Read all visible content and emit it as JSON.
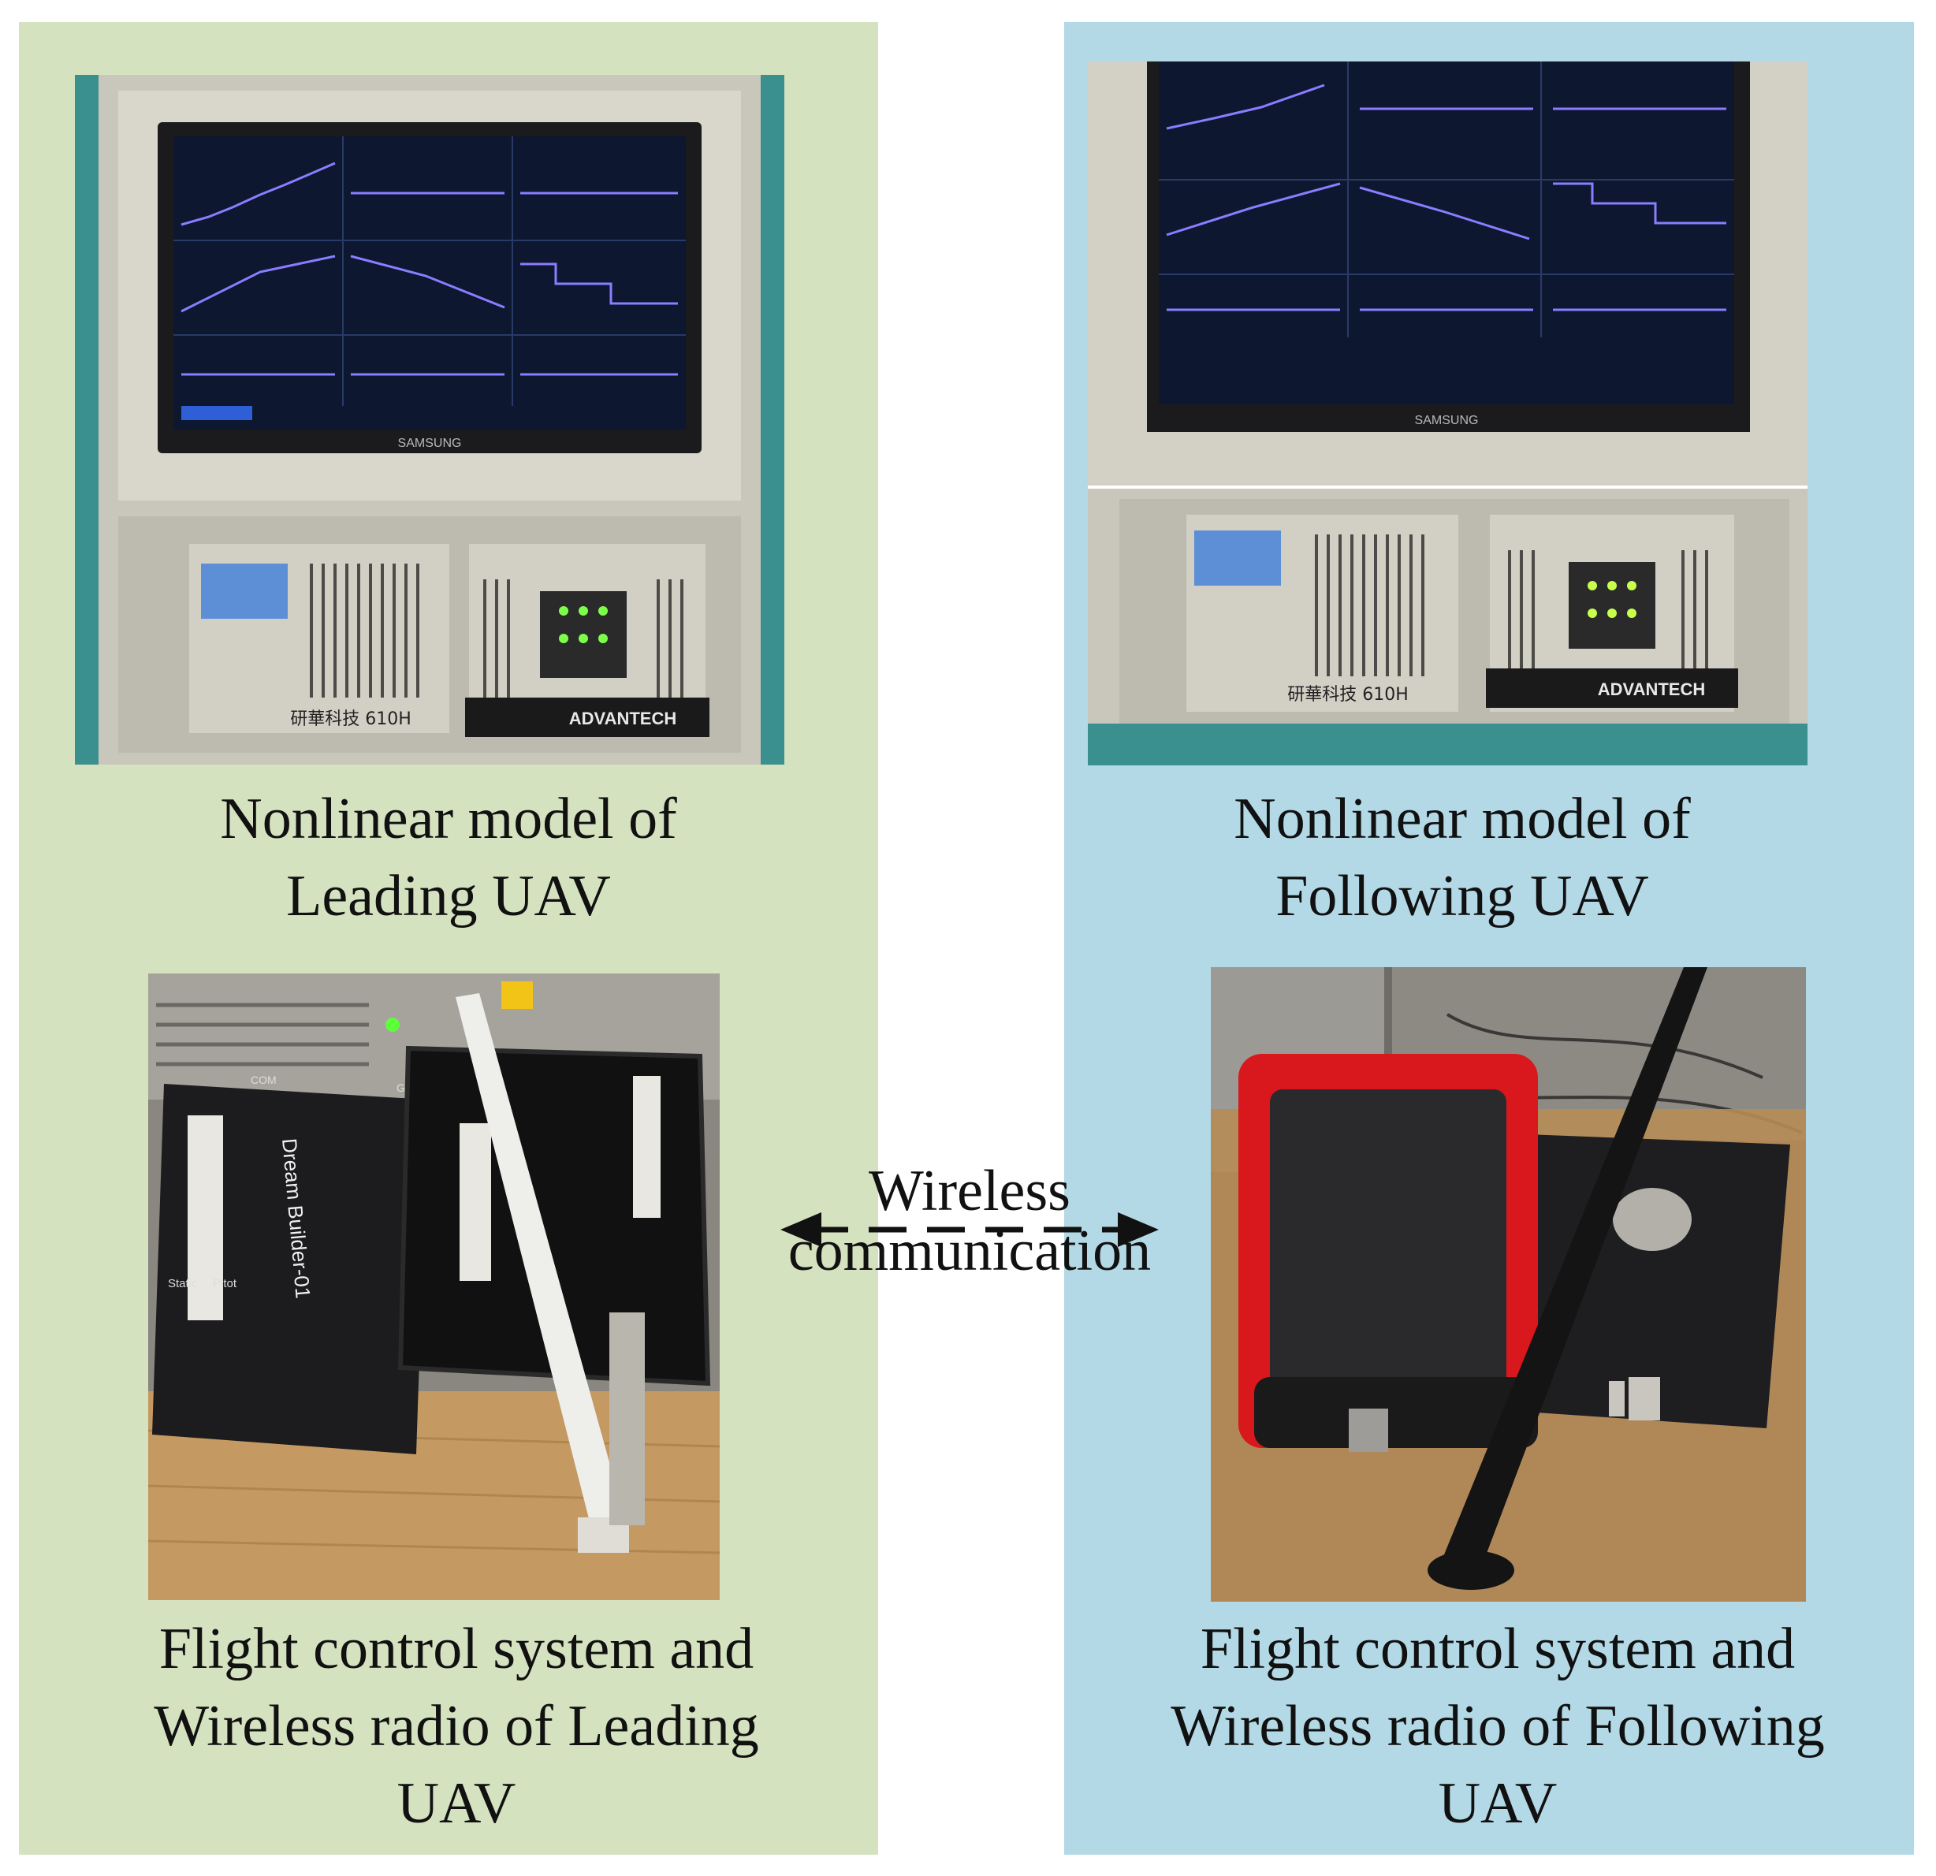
{
  "left": {
    "monitor_brand": "SAMSUNG",
    "chassis_label": "研華科技 610H",
    "chassis_brand": "ADVANTECH",
    "box_label": "Dream Builder-01",
    "box_ports": [
      "Static",
      "Pitot"
    ],
    "box_tags": [
      "GPS",
      "COM"
    ],
    "caption_top": [
      "Nonlinear model of",
      "Leading UAV"
    ],
    "caption_bottom": [
      "Flight control system and",
      "Wireless radio of Leading",
      "UAV"
    ]
  },
  "right": {
    "monitor_brand": "SAMSUNG",
    "chassis_label": "研華科技 610H",
    "chassis_brand": "ADVANTECH",
    "caption_top": [
      "Nonlinear model of",
      "Following UAV"
    ],
    "caption_bottom": [
      "Flight control system and",
      "Wireless radio of Following",
      "UAV"
    ]
  },
  "link": {
    "line1": "Wireless",
    "line2": "communication"
  },
  "colors": {
    "left_panel": "#d5e2c0",
    "right_panel": "#b4d9e6"
  }
}
